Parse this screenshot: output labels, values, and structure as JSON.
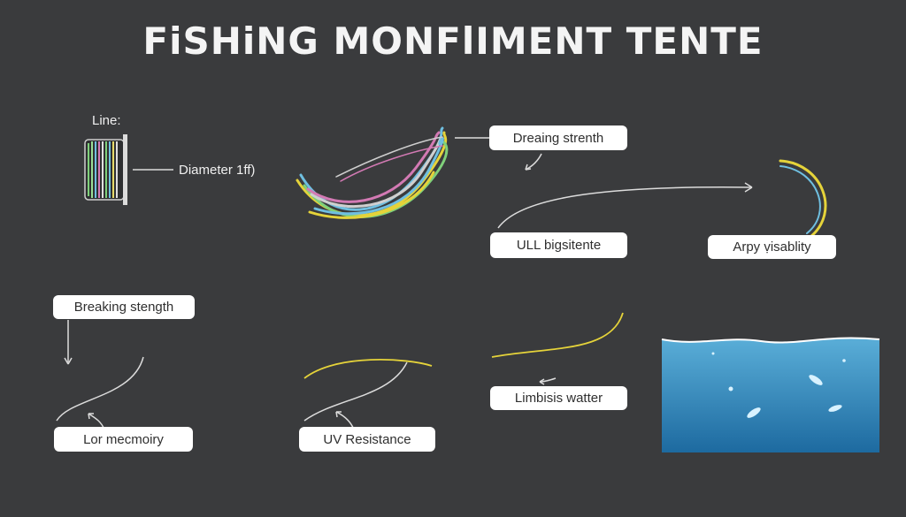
{
  "title": "FiSHiNG MONFlIMENT TENTE",
  "labels": {
    "line": "Line:",
    "diameter": "Diameter 1ff)",
    "dreaing_strength": "Dreaing strenth",
    "ull_bigsitente": "ULL bigsitente",
    "arpy_visability": "Arpy ṿisablity",
    "breaking_strength": "Breaking stength",
    "lor_memory": "Lor mecmoiry",
    "uv_resistance": "UV Resistance",
    "limbisis_watter": "Limbisis watter"
  },
  "colors": {
    "background": "#3a3b3d",
    "accent_yellow": "#e5d33a",
    "water_top": "#5aaed8",
    "water_bottom": "#1d6aa0"
  },
  "icons": {
    "spool": "fishing-line-spool-icon",
    "strands": "monofilament-strands-icon",
    "hook_curve": "curved-line-icon",
    "water": "water-panel-icon"
  }
}
